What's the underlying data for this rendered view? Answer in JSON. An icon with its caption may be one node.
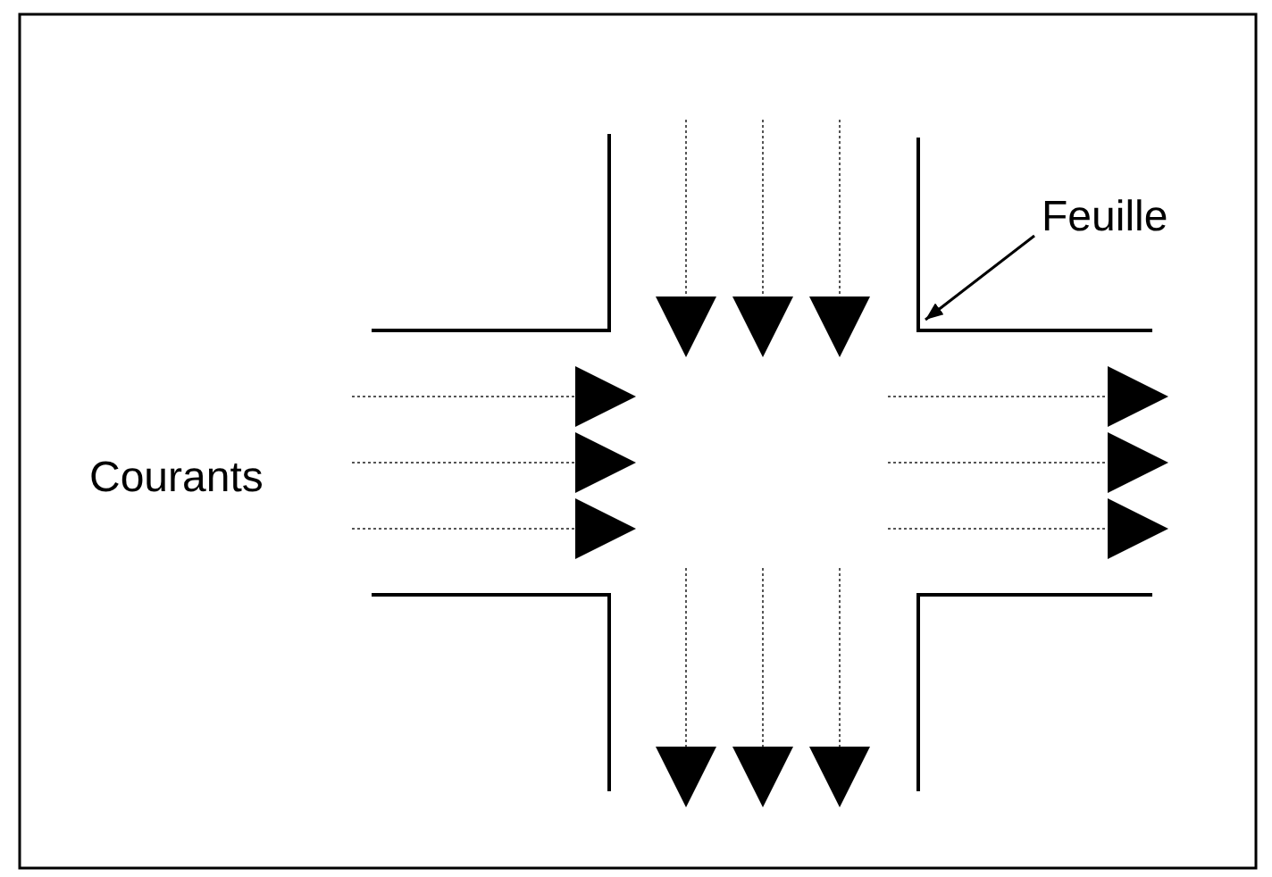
{
  "diagram": {
    "nodes": [
      {
        "text": [
          "Feuille"
        ]
      },
      {
        "text": [],
        "shape": "corner"
      }
    ],
    "edges": [
      {
        "from": 0,
        "to": 1,
        "arrow": "to"
      }
    ],
    "labels": [
      "Courants"
    ]
  }
}
